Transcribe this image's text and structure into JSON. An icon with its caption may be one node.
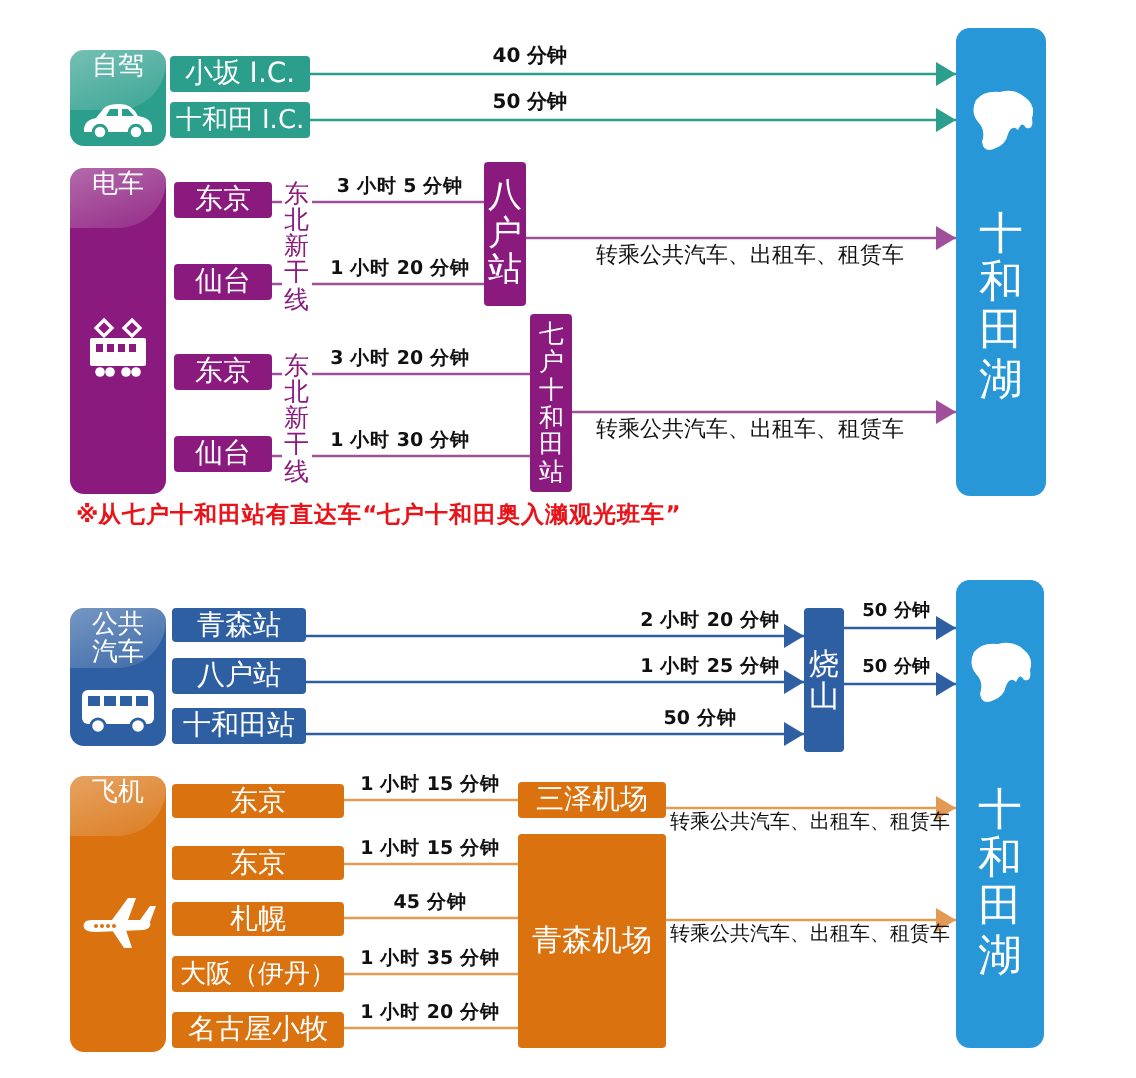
{
  "diagram": {
    "nodes": [
      {
        "text": [
          "自驾"
        ]
      },
      {
        "text": [
          "小坂 I.C."
        ]
      },
      {
        "text": [
          "十和田 I.C."
        ]
      },
      {
        "text": [
          "十和田湖"
        ]
      },
      {
        "text": [
          "电车"
        ]
      },
      {
        "text": [
          "东京"
        ]
      },
      {
        "text": [
          "仙台"
        ]
      },
      {
        "text": [
          "八户站"
        ]
      },
      {
        "text": [
          "东京"
        ]
      },
      {
        "text": [
          "仙台"
        ]
      },
      {
        "text": [
          "七户十和田站"
        ]
      },
      {
        "text": [
          "公共汽车"
        ]
      },
      {
        "text": [
          "青森站"
        ]
      },
      {
        "text": [
          "八户站"
        ]
      },
      {
        "text": [
          "十和田站"
        ]
      },
      {
        "text": [
          "烧山"
        ]
      },
      {
        "text": [
          "十和田湖"
        ]
      },
      {
        "text": [
          "飞机"
        ]
      },
      {
        "text": [
          "东京"
        ]
      },
      {
        "text": [
          "东京"
        ]
      },
      {
        "text": [
          "札幌"
        ]
      },
      {
        "text": [
          "大阪（伊丹）"
        ]
      },
      {
        "text": [
          "名古屋小牧"
        ]
      },
      {
        "text": [
          "三泽机场"
        ]
      },
      {
        "text": [
          "青森机场"
        ]
      }
    ],
    "edges": [
      {
        "from": 1,
        "to": 3,
        "arrow": "to",
        "label": "40 分钟",
        "color": "#2b9e8c"
      },
      {
        "from": 2,
        "to": 3,
        "arrow": "to",
        "label": "50 分钟",
        "color": "#2b9e8c"
      },
      {
        "from": 5,
        "to": 7,
        "arrow": "none",
        "label": "3 小时 5 分钟",
        "color": "#a0509a"
      },
      {
        "from": 6,
        "to": 7,
        "arrow": "none",
        "label": "1 小时 20 分钟",
        "color": "#a0509a"
      },
      {
        "from": 7,
        "to": 3,
        "arrow": "to",
        "label": "转乘公共汽车、出租车、租赁车",
        "color": "#a0509a"
      },
      {
        "from": 8,
        "to": 10,
        "arrow": "none",
        "label": "3 小时 20 分钟",
        "color": "#a0509a"
      },
      {
        "from": 9,
        "to": 10,
        "arrow": "none",
        "label": "1 小时 30 分钟",
        "color": "#a0509a"
      },
      {
        "from": 10,
        "to": 3,
        "arrow": "to",
        "label": "转乘公共汽车、出租车、租赁车",
        "color": "#a0509a"
      },
      {
        "from": 12,
        "to": 15,
        "arrow": "to",
        "label": "2 小时 20 分钟",
        "color": "#2d5fa2"
      },
      {
        "from": 13,
        "to": 15,
        "arrow": "to",
        "label": "1 小时 25 分钟",
        "color": "#2d5fa2"
      },
      {
        "from": 14,
        "to": 15,
        "arrow": "to",
        "label": "50 分钟",
        "color": "#2d5fa2"
      },
      {
        "from": 15,
        "to": 16,
        "arrow": "to",
        "label": "50 分钟",
        "color": "#2d5fa2"
      },
      {
        "from": 15,
        "to": 16,
        "arrow": "to",
        "label": "50 分钟",
        "color": "#2d5fa2"
      },
      {
        "from": 18,
        "to": 23,
        "arrow": "none",
        "label": "1 小时 15 分钟"
      },
      {
        "from": 19,
        "to": 24,
        "arrow": "none",
        "label": "1 小时 15 分钟"
      },
      {
        "from": 20,
        "to": 24,
        "arrow": "none",
        "label": "45 分钟"
      },
      {
        "from": 21,
        "to": 24,
        "arrow": "none",
        "label": "1 小时 35 分钟"
      },
      {
        "from": 22,
        "to": 24,
        "arrow": "none",
        "label": "1 小时 20 分钟"
      },
      {
        "from": 23,
        "to": 16,
        "arrow": "to",
        "label": "转乘公共汽车、出租车、租赁车"
      },
      {
        "from": 24,
        "to": 16,
        "arrow": "to",
        "label": "转乘公共汽车、出租车、租赁车"
      }
    ],
    "labels": [
      "东北新干线",
      "东北新干线",
      "※从七户十和田站有直达车“七户十和田奥入濑观光班车”"
    ]
  }
}
